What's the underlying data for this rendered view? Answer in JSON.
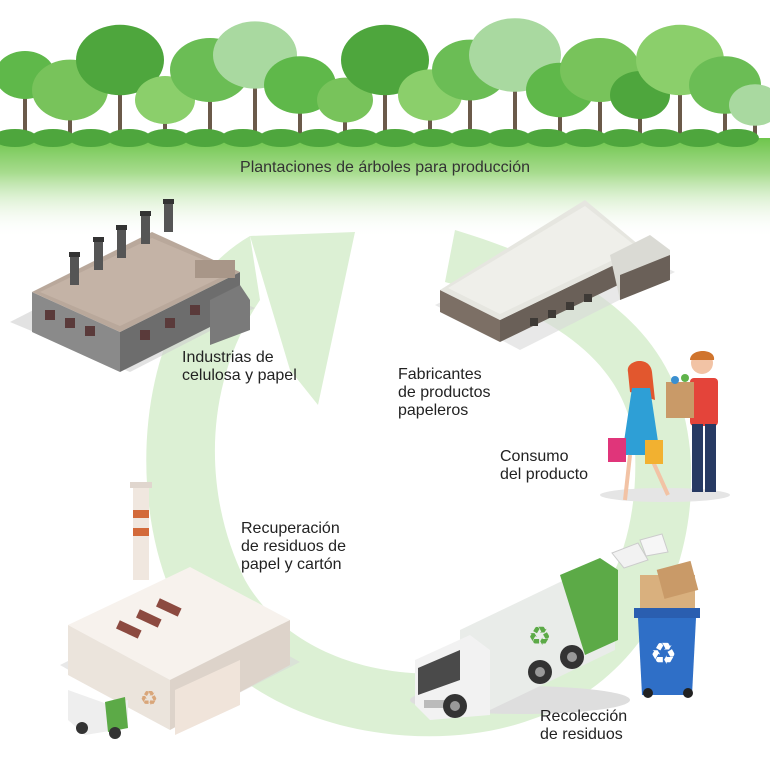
{
  "title": "Plantaciones de árboles para producción",
  "stages": {
    "pulp_industry": [
      "Industrias de",
      "celulosa y papel"
    ],
    "manufacturers": [
      "Fabricantes",
      "de productos",
      "papeleros"
    ],
    "consumption": [
      "Consumo",
      "del producto"
    ],
    "recovery": [
      "Recuperación",
      "de residuos de",
      "papel y cartón"
    ],
    "collection": [
      "Recolección",
      "de residuos"
    ]
  },
  "icons": {
    "forest": "tree-plantation-icon",
    "pulp_factory": "pulp-factory-icon",
    "warehouse": "warehouse-icon",
    "shoppers": "shoppers-icon",
    "truck": "garbage-truck-icon",
    "bin": "recycling-bin-icon",
    "recycling_plant": "recycling-plant-icon"
  },
  "colors": {
    "cycle_arrow": "#d8efcf",
    "grass": "#79cc55",
    "recycle_blue": "#2f6fc7",
    "truck_green": "#5caa47"
  }
}
